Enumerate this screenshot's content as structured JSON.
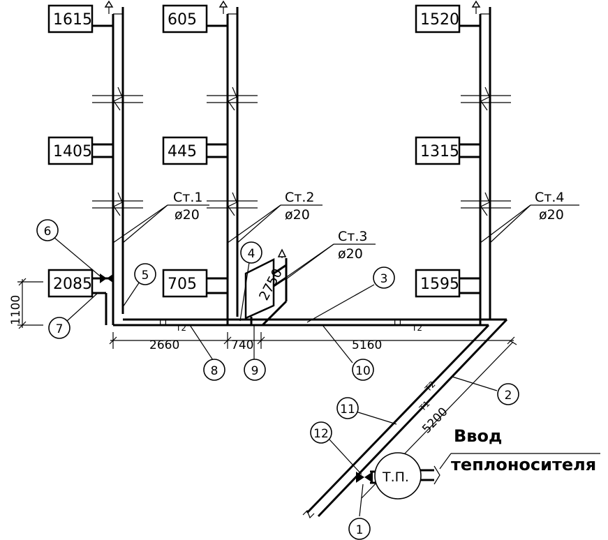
{
  "radiators": {
    "st1": [
      "1615",
      "1405",
      "2085"
    ],
    "st2": [
      "605",
      "445",
      "705"
    ],
    "st3": [
      "2750"
    ],
    "st4": [
      "1520",
      "1315",
      "1595"
    ]
  },
  "risers": [
    {
      "name": "Ст.1",
      "diameter": "ø20"
    },
    {
      "name": "Ст.2",
      "diameter": "ø20"
    },
    {
      "name": "Ст.3",
      "diameter": "ø20"
    },
    {
      "name": "Ст.4",
      "diameter": "ø20"
    }
  ],
  "pipe_tags": {
    "supply": "T1",
    "return": "T2"
  },
  "dimensions": {
    "height": "1100",
    "seg1": "2660",
    "seg2": "740",
    "seg3": "5160",
    "diagonal": "5200"
  },
  "callouts": [
    "1",
    "2",
    "3",
    "4",
    "5",
    "6",
    "7",
    "8",
    "9",
    "10",
    "11",
    "12"
  ],
  "heat_point": "Т.П.",
  "inlet_label": {
    "line1": "Ввод",
    "line2": "теплоносителя"
  }
}
